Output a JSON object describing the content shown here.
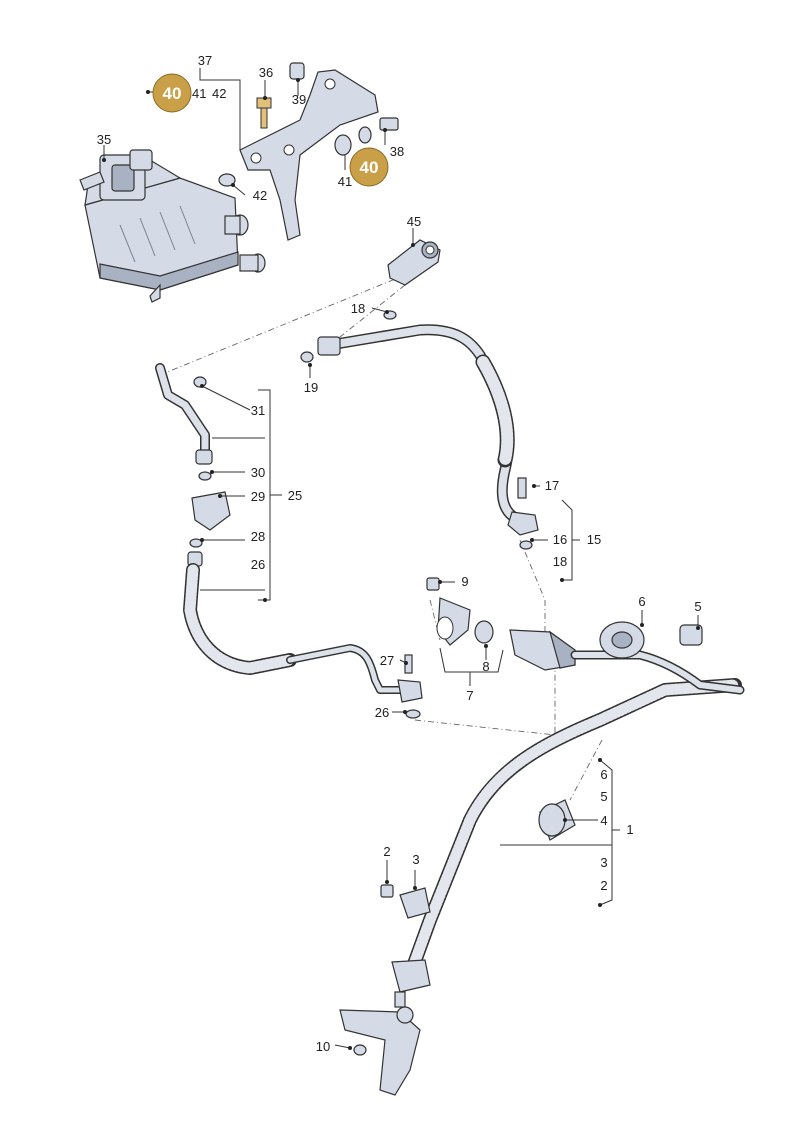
{
  "badge_color": "#c9a048",
  "labels": {
    "n1": "1",
    "n2a": "2",
    "n2b": "2",
    "n3a": "3",
    "n3b": "3",
    "n4": "4",
    "n5a": "5",
    "n5b": "5",
    "n6a": "6",
    "n6b": "6",
    "n7": "7",
    "n8": "8",
    "n9": "9",
    "n10": "10",
    "n15": "15",
    "n16": "16",
    "n17": "17",
    "n18a": "18",
    "n18b": "18",
    "n19": "19",
    "n25": "25",
    "n26a": "26",
    "n26b": "26",
    "n27": "27",
    "n28": "28",
    "n29": "29",
    "n30": "30",
    "n31": "31",
    "n35": "35",
    "n36": "36",
    "n37": "37",
    "n38": "38",
    "n39": "39",
    "n41a": "41",
    "n41b": "41",
    "n42a": "42",
    "n42b": "42",
    "n45": "45"
  },
  "badges": {
    "b1": "40",
    "b2": "40"
  }
}
